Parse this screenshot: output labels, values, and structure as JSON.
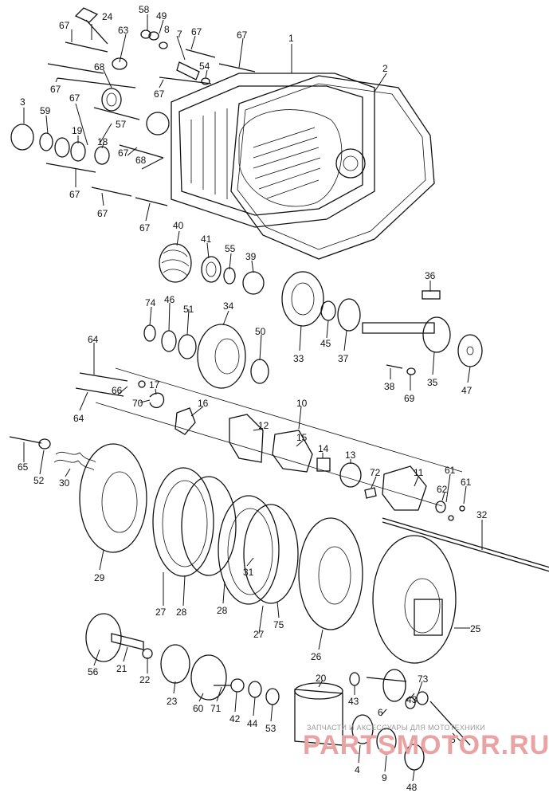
{
  "diagram": {
    "part_numbers": [
      "1",
      "2",
      "3",
      "4",
      "5",
      "6",
      "7",
      "8",
      "9",
      "10",
      "11",
      "12",
      "13",
      "14",
      "15",
      "16",
      "17",
      "18",
      "19",
      "20",
      "21",
      "22",
      "23",
      "24",
      "25",
      "26",
      "27",
      "28",
      "29",
      "30",
      "31",
      "32",
      "33",
      "34",
      "35",
      "36",
      "37",
      "38",
      "39",
      "40",
      "41",
      "42",
      "43",
      "44",
      "45",
      "46",
      "47",
      "48",
      "49",
      "50",
      "51",
      "52",
      "53",
      "54",
      "55",
      "56",
      "57",
      "58",
      "59",
      "60",
      "61",
      "62",
      "63",
      "64",
      "65",
      "66",
      "67",
      "68",
      "69",
      "70",
      "71",
      "72",
      "73",
      "74",
      "75"
    ]
  },
  "watermark": {
    "tagline": "ЗАПЧАСТИ И АКСЕССУАРЫ ДЛЯ МОТОТЕХНИКИ",
    "brand": "PARTSMOTOR.RU",
    "brand_color": "#e07a7a"
  },
  "labels": [
    {
      "id": "l67a",
      "text": "67"
    },
    {
      "id": "l24",
      "text": "24"
    },
    {
      "id": "l58",
      "text": "58"
    },
    {
      "id": "l49",
      "text": "49"
    },
    {
      "id": "l8",
      "text": "8"
    },
    {
      "id": "l7",
      "text": "7"
    },
    {
      "id": "l67b",
      "text": "67"
    },
    {
      "id": "l67c",
      "text": "67"
    },
    {
      "id": "l63",
      "text": "63"
    },
    {
      "id": "l1",
      "text": "1"
    },
    {
      "id": "l68a",
      "text": "68"
    },
    {
      "id": "l54",
      "text": "54"
    },
    {
      "id": "l2",
      "text": "2"
    },
    {
      "id": "l67d",
      "text": "67"
    },
    {
      "id": "l67e",
      "text": "67"
    },
    {
      "id": "l3",
      "text": "3"
    },
    {
      "id": "l67f",
      "text": "67"
    },
    {
      "id": "l59",
      "text": "59"
    },
    {
      "id": "l19",
      "text": "19"
    },
    {
      "id": "l57",
      "text": "57"
    },
    {
      "id": "l18",
      "text": "18"
    },
    {
      "id": "l67g",
      "text": "67"
    },
    {
      "id": "l67h",
      "text": "67"
    },
    {
      "id": "l68b",
      "text": "68"
    },
    {
      "id": "l67i",
      "text": "67"
    },
    {
      "id": "l67j",
      "text": "67"
    },
    {
      "id": "l40",
      "text": "40"
    },
    {
      "id": "l41",
      "text": "41"
    },
    {
      "id": "l55",
      "text": "55"
    },
    {
      "id": "l39",
      "text": "39"
    },
    {
      "id": "l36",
      "text": "36"
    },
    {
      "id": "l74",
      "text": "74"
    },
    {
      "id": "l46",
      "text": "46"
    },
    {
      "id": "l51",
      "text": "51"
    },
    {
      "id": "l34",
      "text": "34"
    },
    {
      "id": "l50",
      "text": "50"
    },
    {
      "id": "l33",
      "text": "33"
    },
    {
      "id": "l45",
      "text": "45"
    },
    {
      "id": "l37",
      "text": "37"
    },
    {
      "id": "l35",
      "text": "35"
    },
    {
      "id": "l47",
      "text": "47"
    },
    {
      "id": "l64a",
      "text": "64"
    },
    {
      "id": "l38",
      "text": "38"
    },
    {
      "id": "l69",
      "text": "69"
    },
    {
      "id": "l66",
      "text": "66"
    },
    {
      "id": "l17",
      "text": "17"
    },
    {
      "id": "l70",
      "text": "70"
    },
    {
      "id": "l64b",
      "text": "64"
    },
    {
      "id": "l10",
      "text": "10"
    },
    {
      "id": "l16",
      "text": "16"
    },
    {
      "id": "l12",
      "text": "12"
    },
    {
      "id": "l15",
      "text": "15"
    },
    {
      "id": "l14",
      "text": "14"
    },
    {
      "id": "l13",
      "text": "13"
    },
    {
      "id": "l65",
      "text": "65"
    },
    {
      "id": "l52",
      "text": "52"
    },
    {
      "id": "l30",
      "text": "30"
    },
    {
      "id": "l61a",
      "text": "61"
    },
    {
      "id": "l72",
      "text": "72"
    },
    {
      "id": "l11",
      "text": "11"
    },
    {
      "id": "l62",
      "text": "62"
    },
    {
      "id": "l61b",
      "text": "61"
    },
    {
      "id": "l32",
      "text": "32"
    },
    {
      "id": "l29",
      "text": "29"
    },
    {
      "id": "l31",
      "text": "31"
    },
    {
      "id": "l27a",
      "text": "27"
    },
    {
      "id": "l28a",
      "text": "28"
    },
    {
      "id": "l28b",
      "text": "28"
    },
    {
      "id": "l27b",
      "text": "27"
    },
    {
      "id": "l75",
      "text": "75"
    },
    {
      "id": "l26",
      "text": "26"
    },
    {
      "id": "l25",
      "text": "25"
    },
    {
      "id": "l56",
      "text": "56"
    },
    {
      "id": "l21",
      "text": "21"
    },
    {
      "id": "l22",
      "text": "22"
    },
    {
      "id": "l23",
      "text": "23"
    },
    {
      "id": "l20",
      "text": "20"
    },
    {
      "id": "l73",
      "text": "73"
    },
    {
      "id": "l43a",
      "text": "43"
    },
    {
      "id": "l43b",
      "text": "43"
    },
    {
      "id": "l60",
      "text": "60"
    },
    {
      "id": "l71",
      "text": "71"
    },
    {
      "id": "l42",
      "text": "42"
    },
    {
      "id": "l44",
      "text": "44"
    },
    {
      "id": "l53",
      "text": "53"
    },
    {
      "id": "l6",
      "text": "6"
    },
    {
      "id": "l5",
      "text": "5"
    },
    {
      "id": "l4",
      "text": "4"
    },
    {
      "id": "l9",
      "text": "9"
    },
    {
      "id": "l48",
      "text": "48"
    }
  ]
}
